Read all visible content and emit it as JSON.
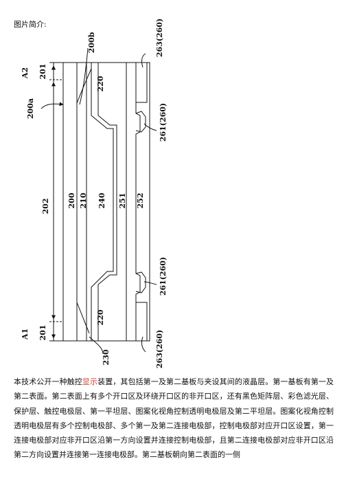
{
  "caption": "图片简介:",
  "figure": {
    "labels": {
      "a2": "A2",
      "a1": "A1",
      "d201_top": "201",
      "d201_bottom": "201",
      "d202": "202",
      "l200a": "200a",
      "l200b": "200b",
      "l220_top": "220",
      "l220_bottom": "220",
      "l200": "200",
      "l210": "210",
      "l240": "240",
      "l251": "251",
      "l252": "252",
      "l230": "230",
      "l263_top": "263(260)",
      "l261_top": "261(260)",
      "l261_bottom": "261(260)",
      "l263_bottom": "263(260)"
    }
  },
  "abstract": {
    "before_highlight": "本技术公开一种触控",
    "highlight": "显示",
    "after_highlight": "装置，其包括第一及第二基板与夹设其间的液晶层。第一基板有第一及第二表面。第二表面上有多个开口区及环绕开口区的非开口区，还有黑色矩阵层、彩色滤光层、保护层、触控电极层、第一平坦层、图案化视角控制透明电极层及第二平坦层。图案化视角控制透明电极层有多个控制电极部、多个第一及第二连接电极部，控制电极部对应开口区设置，第一连接电极部对应非开口区沿第一方向设置并连接控制电极部，且第二连接电极部对应非开口区沿第二方向设置并连接第一连接电极部。第二基板朝向第二表面的一侧"
  }
}
